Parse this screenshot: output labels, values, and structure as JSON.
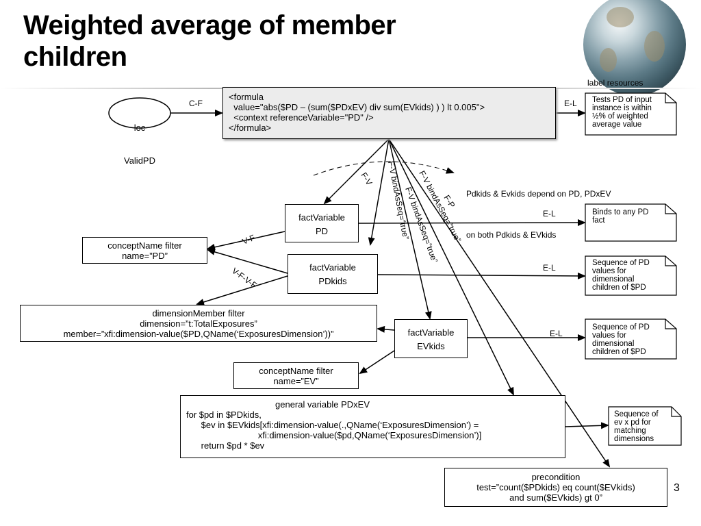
{
  "title": [
    "Weighted average of member",
    "children"
  ],
  "page_number": "3",
  "header_label": "label resources",
  "loc_node": {
    "lines": [
      "loc",
      "ValidPD"
    ]
  },
  "formula_box": {
    "lines": [
      "<formula",
      "  value=\"abs($PD – (sum($PDxEV) div sum(EVkids) ) ) lt 0.005\">",
      "  <context referenceVariable=\"PD\" />",
      "</formula>"
    ]
  },
  "tests_doc": {
    "lines": [
      "Tests PD of input",
      "instance is within",
      "½% of weighted",
      "average value"
    ]
  },
  "note": {
    "lines": [
      "Pdkids & Evkids depend on PD, PDxEV",
      "on both Pdkids & EVkids"
    ]
  },
  "fv_pd": {
    "lines": [
      "factVariable",
      "PD"
    ]
  },
  "fv_pdkids": {
    "lines": [
      "factVariable",
      "PDkids"
    ]
  },
  "fv_evkids": {
    "lines": [
      "factVariable",
      "EVkids"
    ]
  },
  "concept_pd": {
    "lines": [
      "conceptName filter",
      "name=”PD”"
    ]
  },
  "dim_filter": {
    "lines": [
      "dimensionMember filter",
      "dimension=”t:TotalExposures”",
      "member=”xfi:dimension-value($PD,QName(‘ExposuresDimension’))”"
    ]
  },
  "concept_ev": {
    "lines": [
      "conceptName filter",
      "name=”EV”"
    ]
  },
  "general_var": {
    "lines": [
      "general variable PDxEV",
      "for $pd in $PDkids,",
      "      $ev in $EVkids[xfi:dimension-value(.,QName(‘ExposuresDimension’) =",
      "                             xfi:dimension-value($pd,QName(‘ExposuresDimension’)]",
      "      return $pd * $ev"
    ]
  },
  "precondition": {
    "lines": [
      "precondition",
      "test=”count($PDkids) eq count($EVkids)",
      "and sum($EVkids) gt 0”"
    ]
  },
  "doc_binds": {
    "lines": [
      "Binds to any PD",
      "fact"
    ]
  },
  "doc_seq_pd": {
    "lines": [
      "Sequence of PD",
      "values for",
      "dimensional",
      "children of $PD"
    ]
  },
  "doc_seq_ev": {
    "lines": [
      "Sequence of PD",
      "values for",
      "dimensional",
      "children of $PD"
    ]
  },
  "doc_seq_evxpd": {
    "lines": [
      "Sequence of",
      "ev x pd for",
      "matching",
      "dimensions"
    ]
  },
  "edge_labels": {
    "cf": "C-F",
    "el_top": "E-L",
    "fv1": "F-V",
    "fv_bind1": "F-V bindAsSeq=”true”",
    "fv_bind2": "F-V bindAsSeq=”true”",
    "fv_bind3": "F-V bindAsSeq=”true”",
    "fp": "F-P",
    "el_pd": "E-L",
    "el_pdkids": "E-L",
    "el_evkids": "E-L",
    "vf": "V-F",
    "vfvf": "V-F-V-F"
  }
}
